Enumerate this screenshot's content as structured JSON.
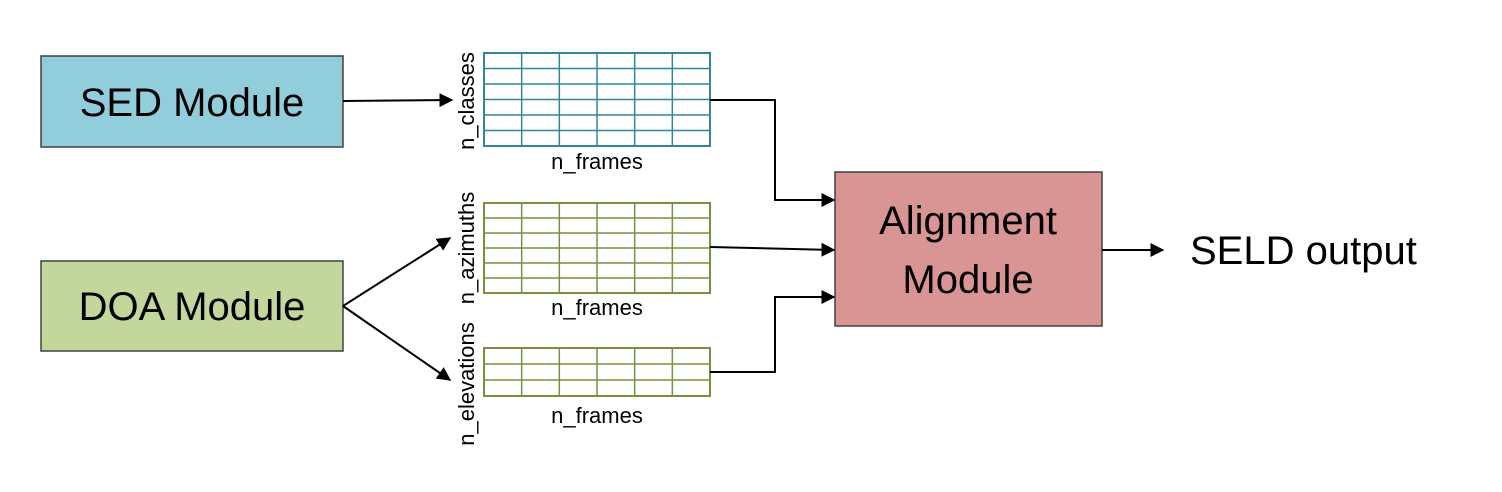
{
  "colors": {
    "sed_fill": "#92cddc",
    "doa_fill": "#c3d69b",
    "align_fill": "#d99594",
    "sed_grid": "#31859c",
    "doa_grid": "#76923c",
    "border": "#404040"
  },
  "modules": {
    "sed": "SED Module",
    "doa": "DOA Module",
    "alignment_line1": "Alignment",
    "alignment_line2": "Module"
  },
  "output_label": "SELD output",
  "matrices": {
    "classes": {
      "row_label": "n_classes",
      "col_label": "n_frames",
      "rows": 6,
      "cols": 6
    },
    "azimuths": {
      "row_label": "n_azimuths",
      "col_label": "n_frames",
      "rows": 6,
      "cols": 6
    },
    "elevations": {
      "row_label": "n_elevations",
      "col_label": "n_frames",
      "rows": 3,
      "cols": 6
    }
  }
}
